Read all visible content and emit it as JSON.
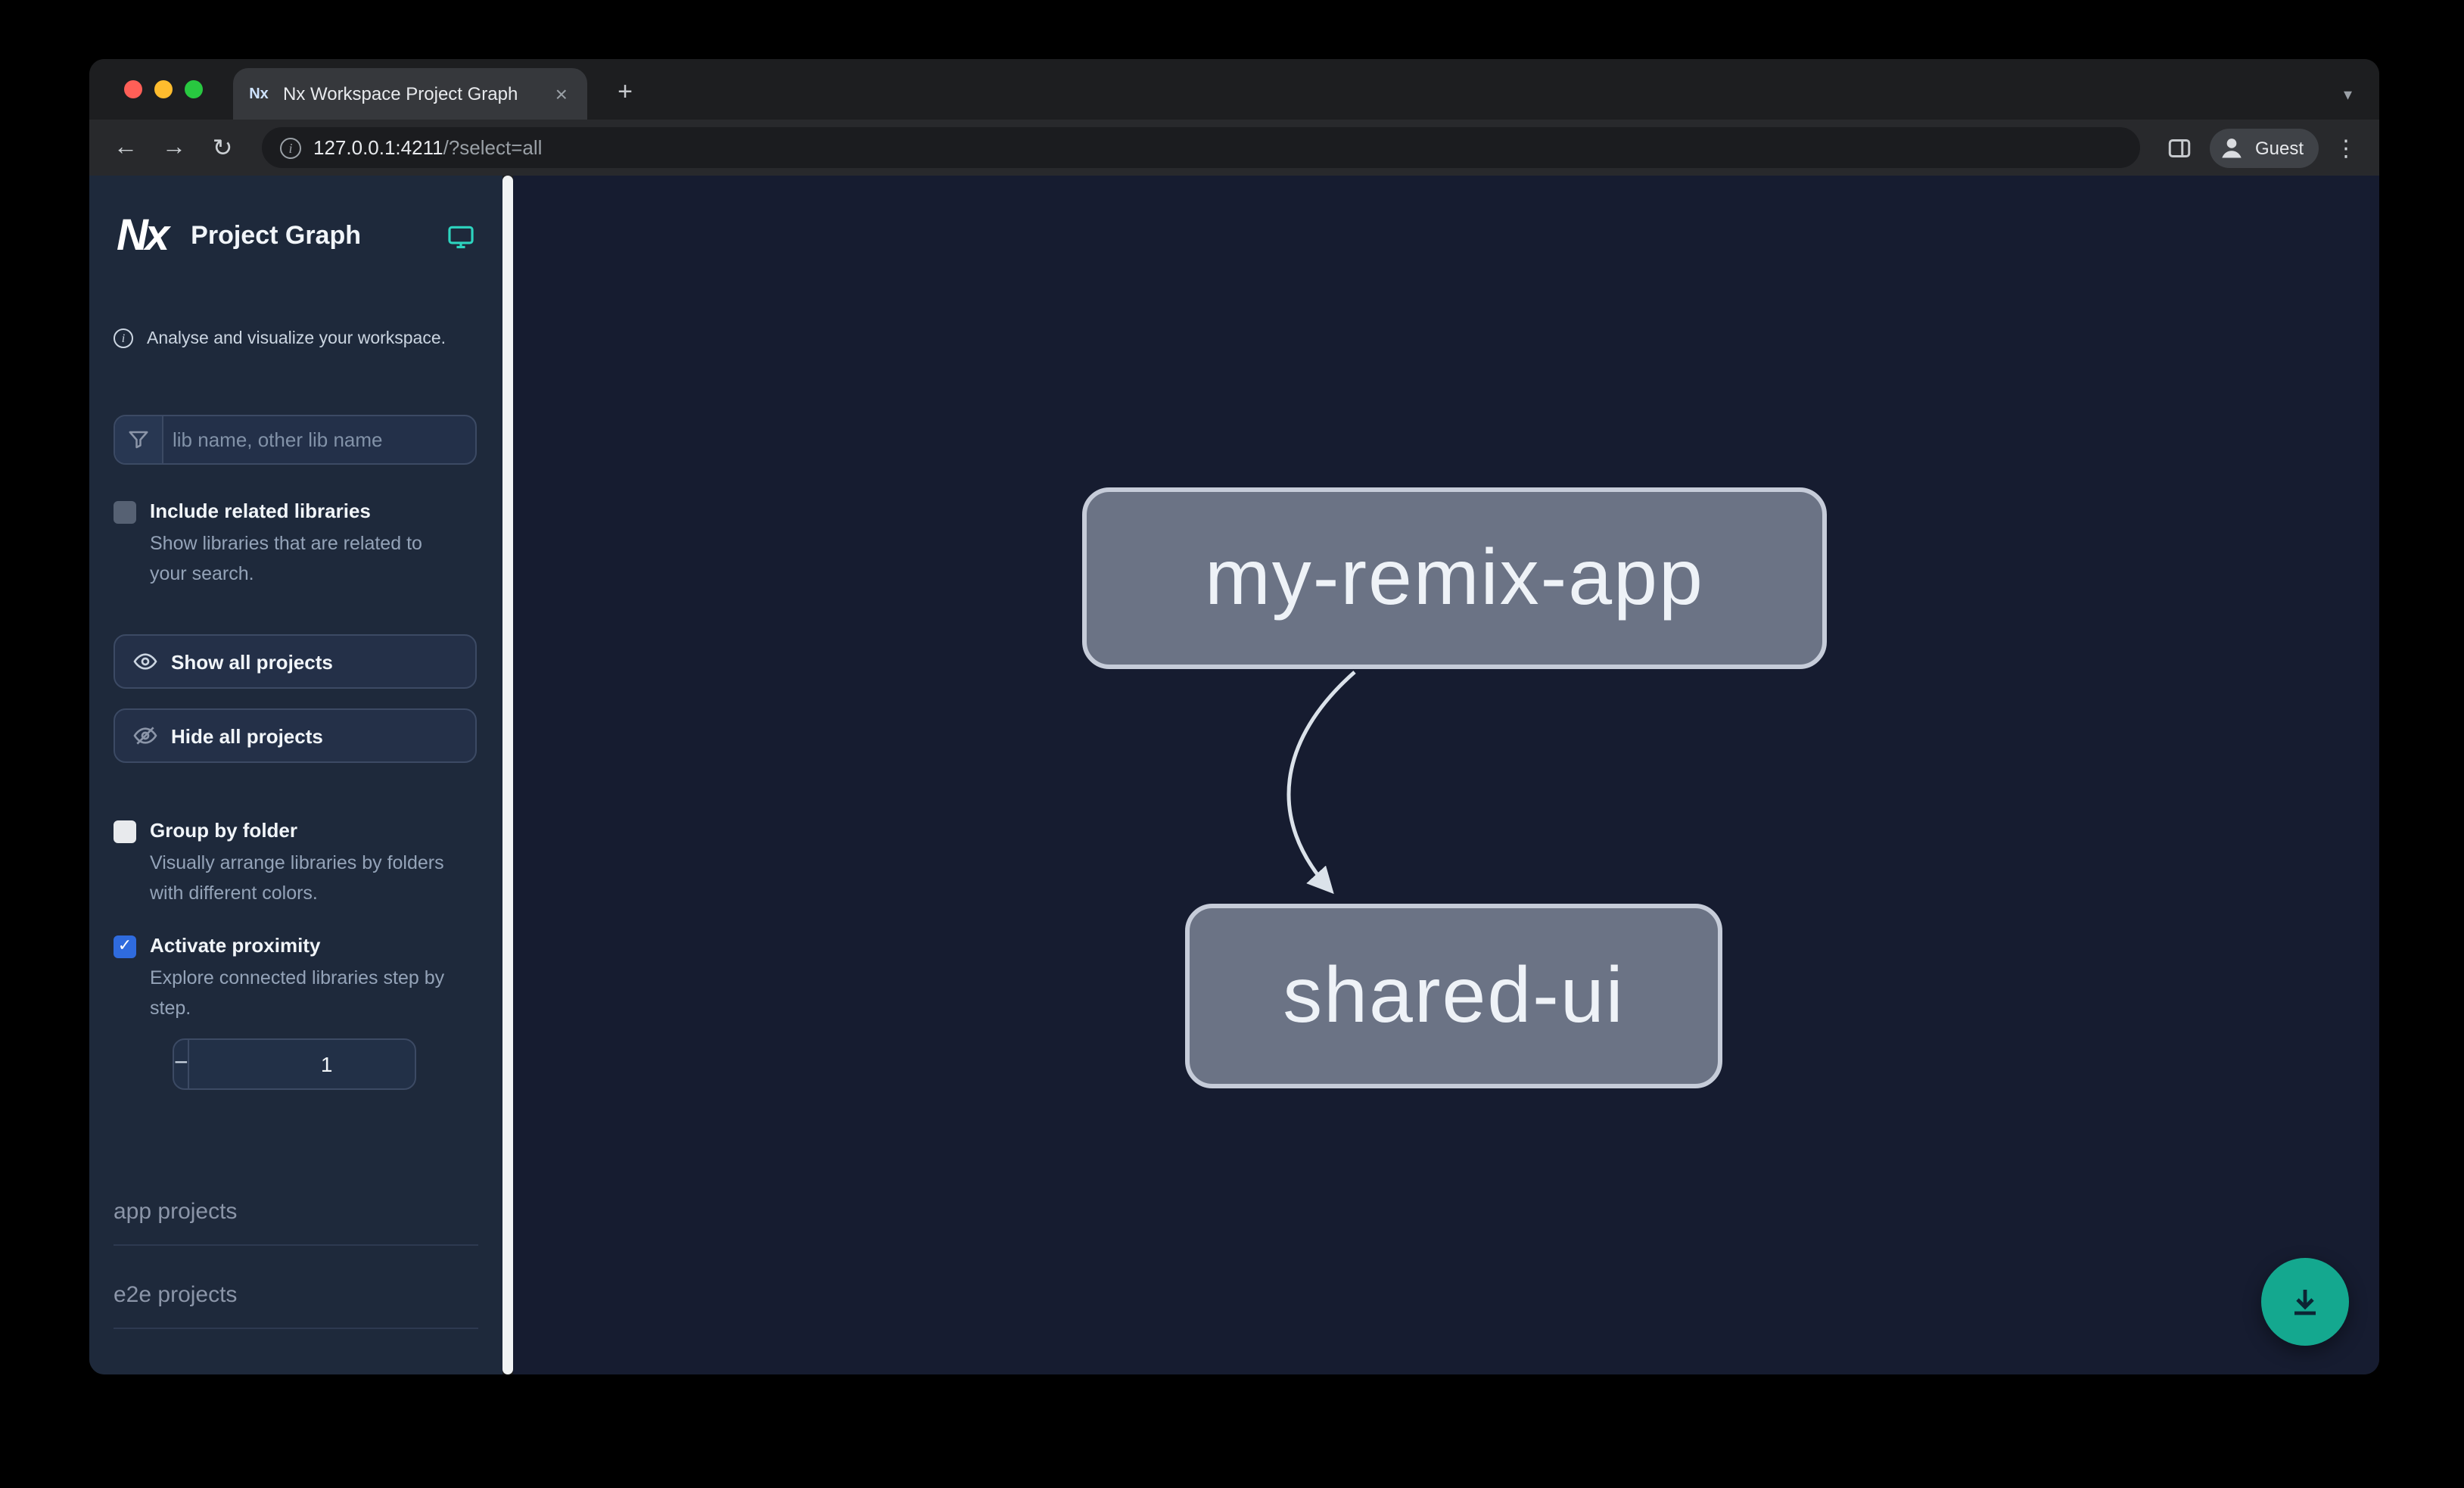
{
  "browser": {
    "tab_title": "Nx Workspace Project Graph",
    "url_host": "127.0.0.1:4211",
    "url_path": "/?select=all",
    "profile_label": "Guest"
  },
  "icons": {
    "close": "×",
    "plus": "+",
    "back": "←",
    "forward": "→",
    "reload": "↻",
    "chevron_down": "▾",
    "dots": "⋮",
    "minus": "−",
    "check": "✓",
    "info": "i"
  },
  "app": {
    "logo": "Nx",
    "title": "Project Graph",
    "tagline": "Analyse and visualize your workspace."
  },
  "sidebar": {
    "search_placeholder": "lib name, other lib name",
    "include_related": {
      "label": "Include related libraries",
      "desc": "Show libraries that are related to your search.",
      "checked": false
    },
    "show_all_label": "Show all projects",
    "hide_all_label": "Hide all projects",
    "group_by_folder": {
      "label": "Group by folder",
      "desc": "Visually arrange libraries by folders with different colors.",
      "checked": false
    },
    "proximity": {
      "label": "Activate proximity",
      "desc": "Explore connected libraries step by step.",
      "checked": true
    },
    "proximity_value": "1",
    "sections": [
      {
        "label": "app projects"
      },
      {
        "label": "e2e projects"
      }
    ]
  },
  "graph": {
    "nodes": [
      {
        "label": "my-remix-app"
      },
      {
        "label": "shared-ui"
      }
    ],
    "edges": [
      {
        "from": "my-remix-app",
        "to": "shared-ui"
      }
    ]
  },
  "colors": {
    "fab_teal": "#14a88f",
    "checkbox_blue": "#2f6bde",
    "node_fill": "#6b7385",
    "node_border": "#c6ccd9",
    "canvas_bg": "#161c30",
    "sidebar_bg": "#1e293b",
    "theme_icon_teal": "#2dd4bf"
  }
}
